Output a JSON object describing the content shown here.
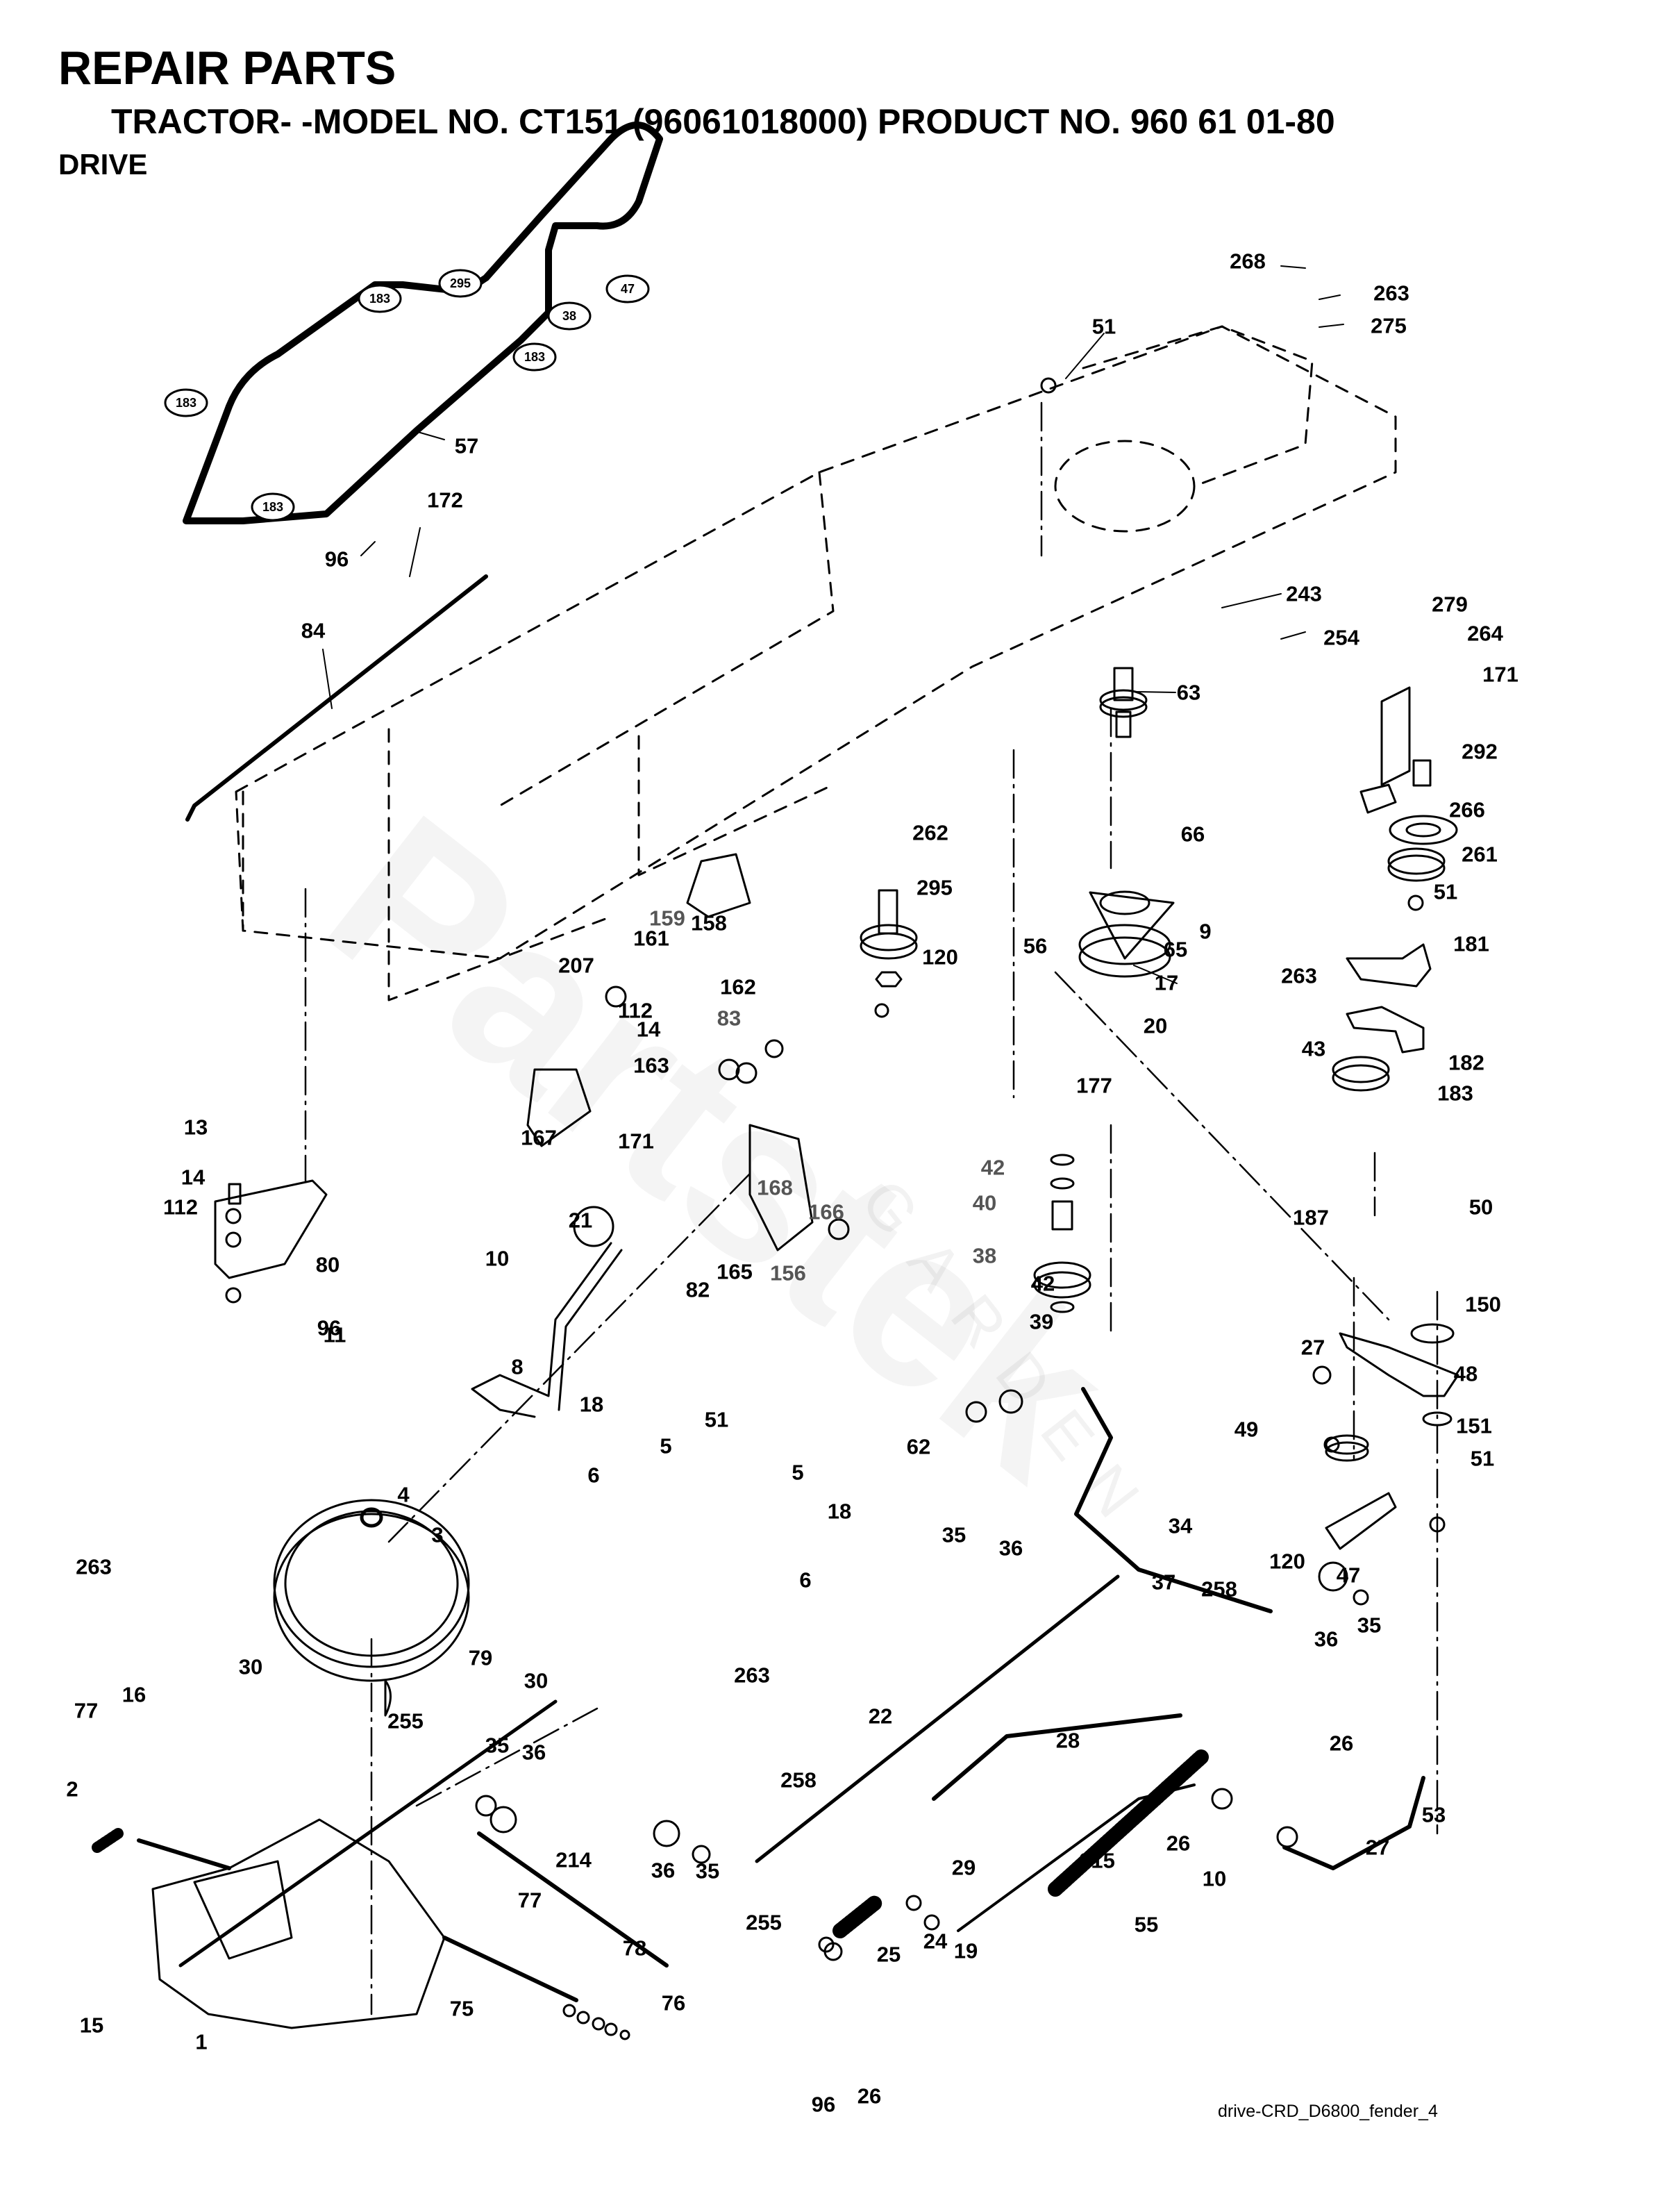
{
  "header": {
    "title": "REPAIR PARTS",
    "subtitle": "TRACTOR- -MODEL NO. CT151 (96061018000) PRODUCT NO. 960 61 01-80",
    "section": "DRIVE"
  },
  "watermark": {
    "brand": "Partstek",
    "sub": "GARDEN"
  },
  "figure_id": "drive-CRD_D6800_fender_4",
  "belt_tags": [
    "183",
    "295",
    "47",
    "38",
    "183",
    "183",
    "183"
  ],
  "callouts": [
    {
      "id": "57",
      "label": "57"
    },
    {
      "id": "172",
      "label": "172"
    },
    {
      "id": "96a",
      "label": "96"
    },
    {
      "id": "84",
      "label": "84"
    },
    {
      "id": "268",
      "label": "268"
    },
    {
      "id": "263a",
      "label": "263"
    },
    {
      "id": "275",
      "label": "275"
    },
    {
      "id": "51a",
      "label": "51"
    },
    {
      "id": "243",
      "label": "243"
    },
    {
      "id": "254",
      "label": "254"
    },
    {
      "id": "63",
      "label": "63"
    },
    {
      "id": "279",
      "label": "279"
    },
    {
      "id": "264",
      "label": "264"
    },
    {
      "id": "171a",
      "label": "171"
    },
    {
      "id": "292",
      "label": "292"
    },
    {
      "id": "266",
      "label": "266"
    },
    {
      "id": "261",
      "label": "261"
    },
    {
      "id": "51b",
      "label": "51"
    },
    {
      "id": "66",
      "label": "66"
    },
    {
      "id": "262",
      "label": "262"
    },
    {
      "id": "295",
      "label": "295"
    },
    {
      "id": "120a",
      "label": "120"
    },
    {
      "id": "56",
      "label": "56"
    },
    {
      "id": "9",
      "label": "9"
    },
    {
      "id": "65",
      "label": "65"
    },
    {
      "id": "17",
      "label": "17"
    },
    {
      "id": "20",
      "label": "20"
    },
    {
      "id": "263b",
      "label": "263"
    },
    {
      "id": "181",
      "label": "181"
    },
    {
      "id": "43",
      "label": "43"
    },
    {
      "id": "182",
      "label": "182"
    },
    {
      "id": "183",
      "label": "183"
    },
    {
      "id": "187",
      "label": "187"
    },
    {
      "id": "159",
      "label": "159"
    },
    {
      "id": "158",
      "label": "158"
    },
    {
      "id": "161",
      "label": "161"
    },
    {
      "id": "207",
      "label": "207"
    },
    {
      "id": "162",
      "label": "162"
    },
    {
      "id": "112a",
      "label": "112"
    },
    {
      "id": "14a",
      "label": "14"
    },
    {
      "id": "163",
      "label": "163"
    },
    {
      "id": "83",
      "label": "83"
    },
    {
      "id": "167",
      "label": "167"
    },
    {
      "id": "171b",
      "label": "171"
    },
    {
      "id": "177",
      "label": "177"
    },
    {
      "id": "168",
      "label": "168"
    },
    {
      "id": "166",
      "label": "166"
    },
    {
      "id": "42a",
      "label": "42"
    },
    {
      "id": "40",
      "label": "40"
    },
    {
      "id": "38",
      "label": "38"
    },
    {
      "id": "42b",
      "label": "42"
    },
    {
      "id": "39",
      "label": "39"
    },
    {
      "id": "13",
      "label": "13"
    },
    {
      "id": "14b",
      "label": "14"
    },
    {
      "id": "112b",
      "label": "112"
    },
    {
      "id": "80",
      "label": "80"
    },
    {
      "id": "96b",
      "label": "96"
    },
    {
      "id": "11",
      "label": "11"
    },
    {
      "id": "21",
      "label": "21"
    },
    {
      "id": "10a",
      "label": "10"
    },
    {
      "id": "82",
      "label": "82"
    },
    {
      "id": "165",
      "label": "165"
    },
    {
      "id": "156",
      "label": "156"
    },
    {
      "id": "8",
      "label": "8"
    },
    {
      "id": "50",
      "label": "50"
    },
    {
      "id": "150",
      "label": "150"
    },
    {
      "id": "27a",
      "label": "27"
    },
    {
      "id": "48",
      "label": "48"
    },
    {
      "id": "151",
      "label": "151"
    },
    {
      "id": "49",
      "label": "49"
    },
    {
      "id": "51c",
      "label": "51"
    },
    {
      "id": "120b",
      "label": "120"
    },
    {
      "id": "47",
      "label": "47"
    },
    {
      "id": "18a",
      "label": "18"
    },
    {
      "id": "5a",
      "label": "5"
    },
    {
      "id": "51d",
      "label": "51"
    },
    {
      "id": "5b",
      "label": "5"
    },
    {
      "id": "6a",
      "label": "6"
    },
    {
      "id": "18b",
      "label": "18"
    },
    {
      "id": "6b",
      "label": "6"
    },
    {
      "id": "62",
      "label": "62"
    },
    {
      "id": "35a",
      "label": "35"
    },
    {
      "id": "36a",
      "label": "36"
    },
    {
      "id": "34",
      "label": "34"
    },
    {
      "id": "37",
      "label": "37"
    },
    {
      "id": "258a",
      "label": "258"
    },
    {
      "id": "36b",
      "label": "36"
    },
    {
      "id": "35b",
      "label": "35"
    },
    {
      "id": "4",
      "label": "4"
    },
    {
      "id": "3",
      "label": "3"
    },
    {
      "id": "263c",
      "label": "263"
    },
    {
      "id": "30a",
      "label": "30"
    },
    {
      "id": "16",
      "label": "16"
    },
    {
      "id": "79",
      "label": "79"
    },
    {
      "id": "30b",
      "label": "30"
    },
    {
      "id": "263d",
      "label": "263"
    },
    {
      "id": "77a",
      "label": "77"
    },
    {
      "id": "2",
      "label": "2"
    },
    {
      "id": "255a",
      "label": "255"
    },
    {
      "id": "35c",
      "label": "35"
    },
    {
      "id": "36c",
      "label": "36"
    },
    {
      "id": "22",
      "label": "22"
    },
    {
      "id": "28",
      "label": "28"
    },
    {
      "id": "26a",
      "label": "26"
    },
    {
      "id": "53",
      "label": "53"
    },
    {
      "id": "214",
      "label": "214"
    },
    {
      "id": "36d",
      "label": "36"
    },
    {
      "id": "35d",
      "label": "35"
    },
    {
      "id": "258b",
      "label": "258"
    },
    {
      "id": "29",
      "label": "29"
    },
    {
      "id": "26b",
      "label": "26"
    },
    {
      "id": "10b",
      "label": "10"
    },
    {
      "id": "27b",
      "label": "27"
    },
    {
      "id": "215",
      "label": "215"
    },
    {
      "id": "15",
      "label": "15"
    },
    {
      "id": "77b",
      "label": "77"
    },
    {
      "id": "255b",
      "label": "255"
    },
    {
      "id": "55",
      "label": "55"
    },
    {
      "id": "25",
      "label": "25"
    },
    {
      "id": "24",
      "label": "24"
    },
    {
      "id": "19",
      "label": "19"
    },
    {
      "id": "78",
      "label": "78"
    },
    {
      "id": "75",
      "label": "75"
    },
    {
      "id": "76",
      "label": "76"
    },
    {
      "id": "1",
      "label": "1"
    },
    {
      "id": "96c",
      "label": "96"
    },
    {
      "id": "26c",
      "label": "26"
    }
  ]
}
